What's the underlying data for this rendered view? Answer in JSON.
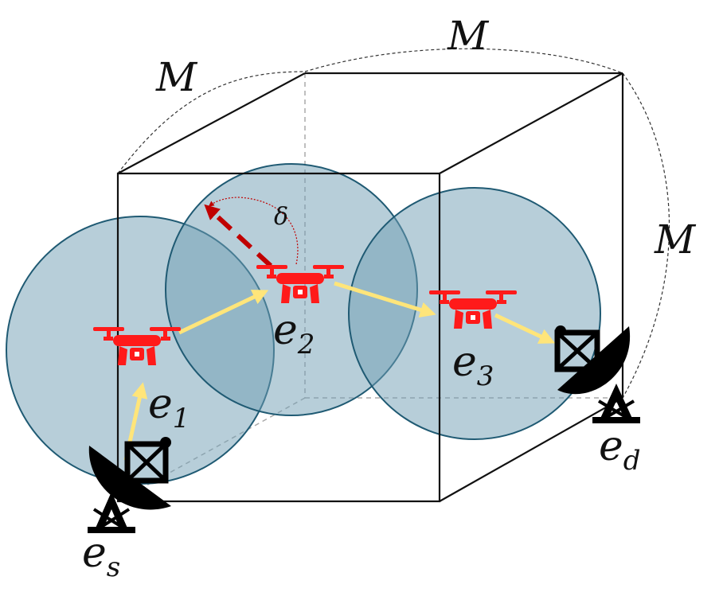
{
  "labels": {
    "m_top": "M",
    "m_left": "M",
    "m_right": "M",
    "delta": "δ",
    "e_base": "e",
    "sub_1": "1",
    "sub_2": "2",
    "sub_3": "3",
    "sub_s": "s",
    "sub_d": "d"
  },
  "colors": {
    "coverage": "#6f9db3",
    "drone": "#ff1a1a",
    "link": "#ffe57a",
    "heading": "#c00000"
  },
  "icons": {
    "drone": "drone-icon",
    "ground_station": "satellite-dish-icon"
  }
}
